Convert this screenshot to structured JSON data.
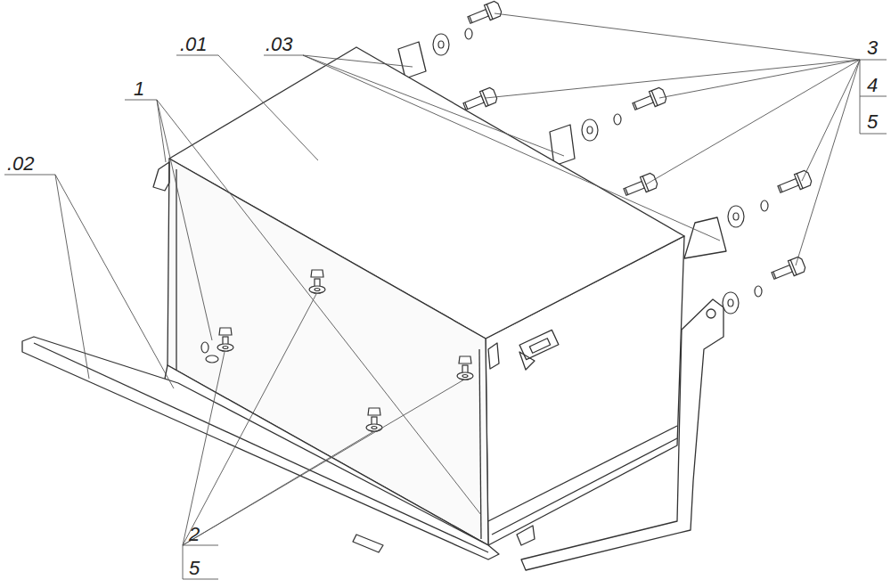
{
  "diagram": {
    "labels": [
      ".02",
      ".01",
      ".03",
      "1",
      "3",
      "4",
      "5",
      "2",
      "5"
    ]
  }
}
